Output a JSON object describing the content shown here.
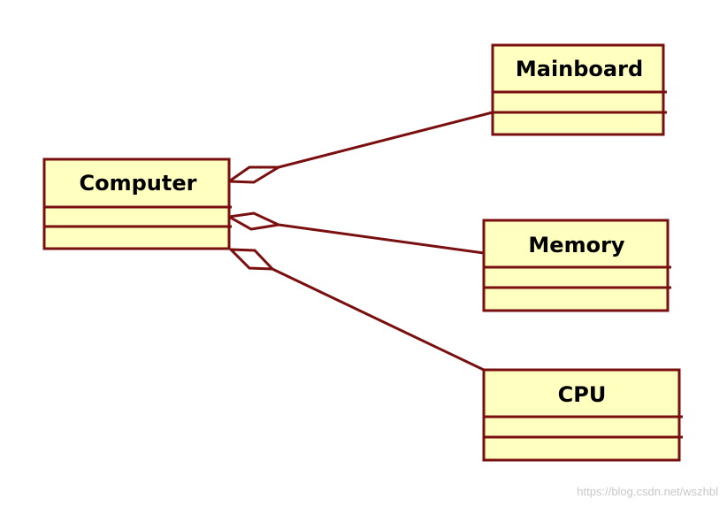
{
  "diagram": {
    "type": "uml-class-aggregation",
    "colors": {
      "box_fill": "#ffffc0",
      "stroke": "#7a0f0f"
    },
    "classes": {
      "computer": {
        "name": "Computer"
      },
      "mainboard": {
        "name": "Mainboard"
      },
      "memory": {
        "name": "Memory"
      },
      "cpu": {
        "name": "CPU"
      }
    },
    "relations": [
      {
        "from": "computer",
        "to": "mainboard",
        "kind": "aggregation"
      },
      {
        "from": "computer",
        "to": "memory",
        "kind": "aggregation"
      },
      {
        "from": "computer",
        "to": "cpu",
        "kind": "aggregation"
      }
    ]
  },
  "watermark": "https://blog.csdn.net/wszhbl"
}
